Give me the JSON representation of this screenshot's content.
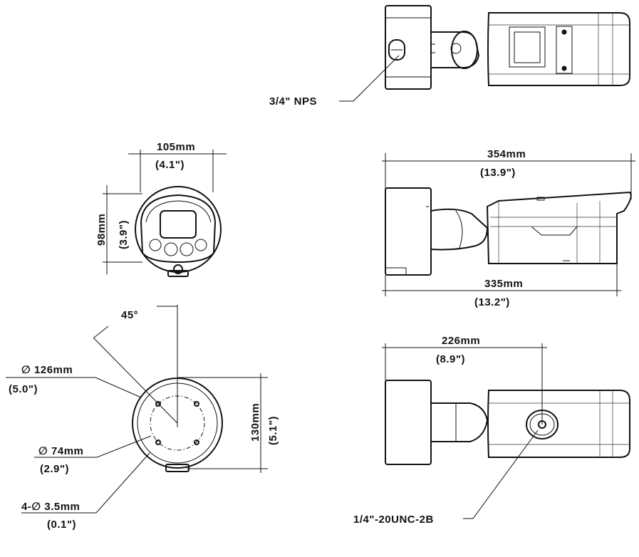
{
  "top_view": {
    "thread_label": "3/4\" NPS"
  },
  "front_view": {
    "width_mm": "105mm",
    "width_in": "(4.1\")",
    "height_mm": "98mm",
    "height_in": "(3.9\")"
  },
  "side_view": {
    "overall_length_mm": "354mm",
    "overall_length_in": "(13.9\")",
    "body_length_mm": "335mm",
    "body_length_in": "(13.2\")"
  },
  "base_view": {
    "angle": "45°",
    "outer_dia_mm": "∅ 126mm",
    "outer_dia_in": "(5.0\")",
    "bolt_circle_mm": "∅ 74mm",
    "bolt_circle_in": "(2.9\")",
    "holes_mm": "4-∅ 3.5mm",
    "holes_in": "(0.1\")",
    "height_mm": "130mm",
    "height_in": "(5.1\")"
  },
  "bottom_view": {
    "mount_offset_mm": "226mm",
    "mount_offset_in": "(8.9\")",
    "tripod_thread": "1/4\"-20UNC-2B"
  }
}
